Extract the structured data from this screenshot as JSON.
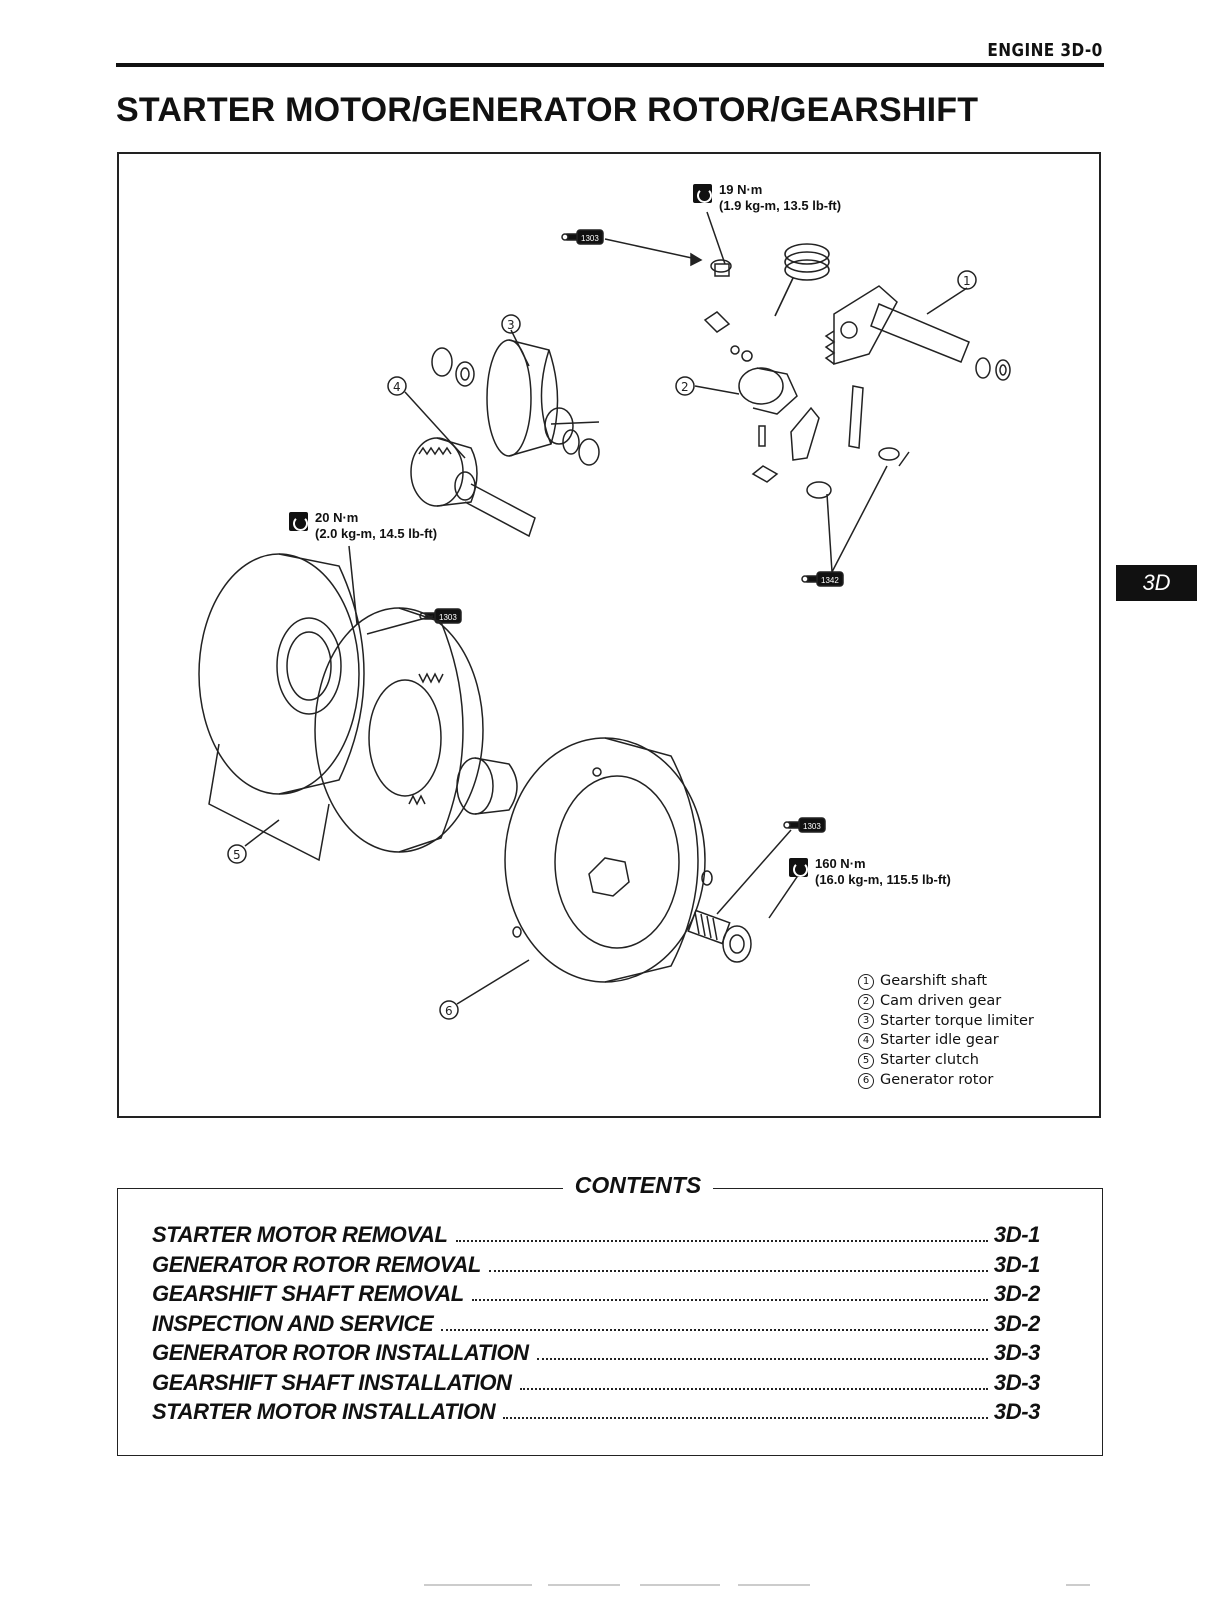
{
  "header": {
    "section": "ENGINE 3D-0"
  },
  "title": "STARTER MOTOR/GENERATOR ROTOR/GEARSHIFT",
  "side_tab": "3D",
  "diagram": {
    "torque_specs": [
      {
        "value": "19 N·m",
        "detail": "(1.9 kg-m, 13.5 lb-ft)"
      },
      {
        "value": "20 N·m",
        "detail": "(2.0 kg-m, 14.5 lb-ft)"
      },
      {
        "value": "160 N·m",
        "detail": "(16.0 kg-m, 115.5 lb-ft)"
      }
    ],
    "callouts": [
      "1",
      "2",
      "3",
      "4",
      "5",
      "6"
    ],
    "legend": [
      {
        "num": "1",
        "label": "Gearshift shaft"
      },
      {
        "num": "2",
        "label": "Cam driven gear"
      },
      {
        "num": "3",
        "label": "Starter torque limiter"
      },
      {
        "num": "4",
        "label": "Starter idle gear"
      },
      {
        "num": "5",
        "label": "Starter clutch"
      },
      {
        "num": "6",
        "label": "Generator rotor"
      }
    ],
    "thread_lock_labels": [
      "1303",
      "1342",
      "1303",
      "1303"
    ]
  },
  "contents": {
    "title": "CONTENTS",
    "items": [
      {
        "label": "STARTER MOTOR REMOVAL",
        "page": "3D-1"
      },
      {
        "label": "GENERATOR ROTOR REMOVAL",
        "page": "3D-1"
      },
      {
        "label": "GEARSHIFT SHAFT REMOVAL",
        "page": "3D-2"
      },
      {
        "label": "INSPECTION AND SERVICE",
        "page": "3D-2"
      },
      {
        "label": "GENERATOR ROTOR INSTALLATION",
        "page": "3D-3"
      },
      {
        "label": "GEARSHIFT SHAFT INSTALLATION",
        "page": "3D-3"
      },
      {
        "label": "STARTER MOTOR INSTALLATION",
        "page": "3D-3"
      }
    ]
  }
}
